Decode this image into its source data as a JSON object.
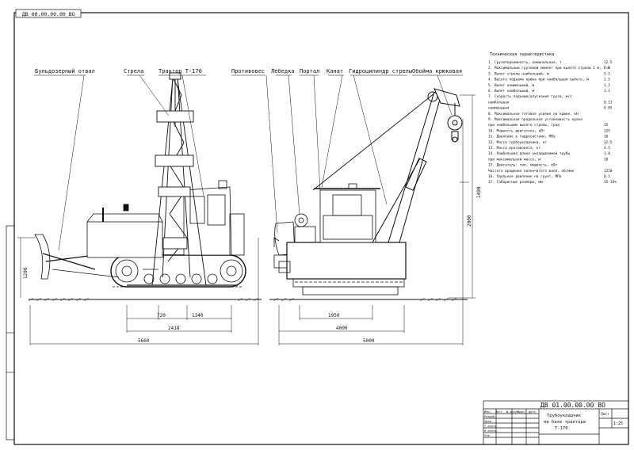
{
  "drawing_code_top": "ДВ 00.00.00.00 ВО",
  "labels": {
    "bulldozer_blade": "Бульдозерный отвал",
    "boom": "Стрела",
    "tractor": "Трактор Т-170",
    "counterweight": "Противовес",
    "winch": "Лебедка",
    "portal": "Портал",
    "ropes": "Канат",
    "boom_hydraulics": "Гидроцилиндр стрелы",
    "hook_block": "Обойма крюковая"
  },
  "dimensions": {
    "d720": "720",
    "d1340": "1340",
    "d2418": "2418",
    "d5660": "5660",
    "d1950": "1950",
    "d4000": "4000",
    "d5000": "5000",
    "d1490": "1490",
    "d2000": "2000",
    "d1200": "1200"
  },
  "specs": {
    "heading": "Техническая характеристика",
    "rows": [
      {
        "text": "1. Грузоподъемность, номинальная, т",
        "value": "12.5"
      },
      {
        "text": "2. Максимальный грузовой момент при вылете стрелы 1 м, т·м",
        "value": "2.5"
      },
      {
        "text": "3. Вылет стрелы наибольший, м",
        "value": "5.1"
      },
      {
        "text": "4. Высота подъема крюка при наибольшем вылете, м",
        "value": "1.5"
      },
      {
        "text": "5. Вылет наименьший, м",
        "value": "1.1"
      },
      {
        "text": "6. Вылет наибольший, м",
        "value": "1.1"
      },
      {
        "text": "7. Скорость подъема/опускания груза, м/с",
        "value": ""
      },
      {
        "text": "   наибольшая",
        "value": "0.13"
      },
      {
        "text": "   наименьшая",
        "value": "0.05"
      },
      {
        "text": "8. Максимальное тяговое усилие на крюке, кН",
        "value": ""
      },
      {
        "text": "9. Максимальная продольная устойчивость крана",
        "value": ""
      },
      {
        "text": "   при наибольшем вылете стрелы, град",
        "value": "15"
      },
      {
        "text": "10. Мощность двигателя, кВт",
        "value": "125"
      },
      {
        "text": "11. Давление в гидросистеме, МПа",
        "value": "10"
      },
      {
        "text": "12. Масса трубоукладчика, кг",
        "value": "32.5"
      },
      {
        "text": "13. Масса противовеса, кг",
        "value": "4.5"
      },
      {
        "text": "14. Наибольшая длина укладываемой трубы",
        "value": "1.0"
      },
      {
        "text": "   при максимальной массе, м",
        "value": "10"
      },
      {
        "text": "15. Двигатель: тип, мощность, кВт",
        "value": ""
      },
      {
        "text": "   Частота вращения коленчатого вала, об/мин",
        "value": "1250"
      },
      {
        "text": "16. Удельное давление на грунт, МПа",
        "value": "0.1"
      },
      {
        "text": "17. Габаритные размеры, мм",
        "value": "15-16%"
      }
    ]
  },
  "title_block": {
    "code": "ДВ 01.00.00.00 ВО",
    "name_line1": "Трубоукладчик",
    "name_line2": "на базе трактора",
    "name_line3": "Т-170",
    "sheet_label": "Лист",
    "scale": "1:25",
    "mass": "",
    "row_labels": [
      "Изм.",
      "Лист",
      "№ докум.",
      "Подп.",
      "Дата"
    ],
    "role_labels": [
      "Разраб.",
      "Пров.",
      "Т.контр.",
      "Н.контр.",
      "Утв."
    ]
  }
}
